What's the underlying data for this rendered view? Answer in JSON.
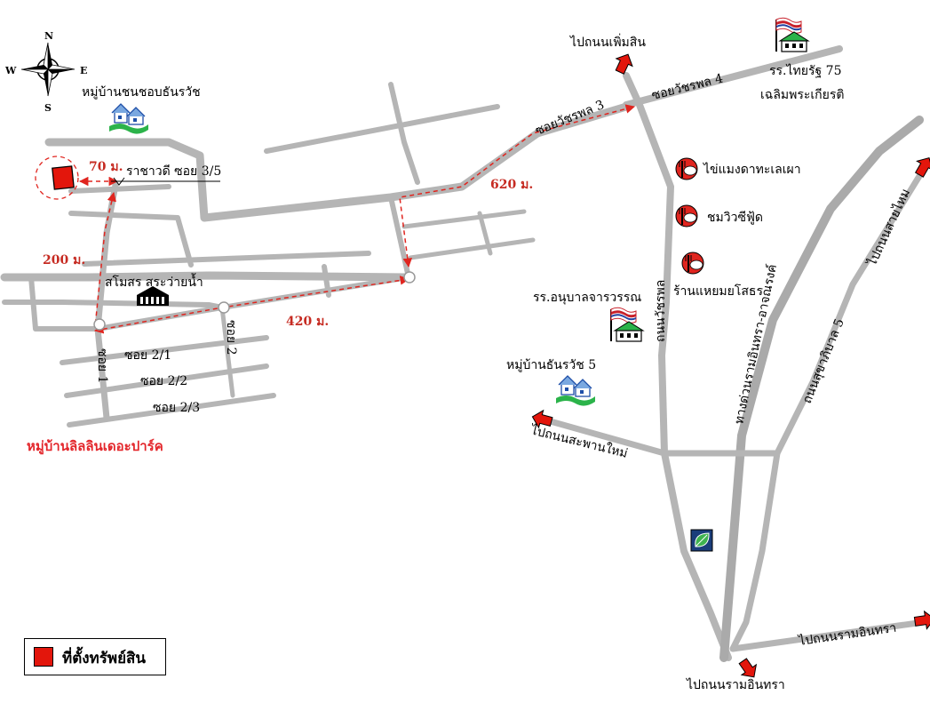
{
  "compass": {
    "n": "N",
    "s": "S",
    "e": "E",
    "w": "W"
  },
  "labels": {
    "village_chonbon": "หมู่บ้านชนชอบธันรวัช",
    "rachadee": "ราชาวดี  ซอย 3/5",
    "samosorn": "สโมสร สระว่ายน้ำ",
    "soi2_1": "ซอย 2/1",
    "soi2_2": "ซอย 2/2",
    "soi2_3": "ซอย 2/3",
    "soi1": "ซอย 1",
    "soi2": "ซอย 2",
    "village_lilin": "หมู่บ้านลิลลินเดอะปาร์ค",
    "soi_watcharapol3": "ซอยวัชรพล 3",
    "soi_watcharapol4": "ซอยวัชรพล 4",
    "to_phermsin": "ไปถนนเพิ่มสิน",
    "school_thairat_1": "รร.ไทยรัฐ 75",
    "school_thairat_2": "เฉลิมพระเกียรติ",
    "rest_kaiyang": "ไข่แมงดาทะเลเผา",
    "rest_chomwiew": "ชมวิวซีฟู้ด",
    "rest_haeyam": "ร้านแหยมยโสธร",
    "school_anubaan": "รร.อนุบาลจารวรรณ",
    "village_thanrawat5": "หมู่บ้านธันรวัช 5",
    "road_watcharapol": "ถนนวัชรพล",
    "expressway": "ทางด่วนรามอินทรา-อาจณรงค์",
    "road_sukhapiban5": "ถนนสุขาภิบาล 5",
    "to_saimai": "ไปถนนสายไหม",
    "to_saphanmai": "ไปถนนสะพานใหม่",
    "to_ramintra_r": "ไปถนนรามอินทรา",
    "to_ramintra_b": "ไปถนนรามอินทรา"
  },
  "distances": {
    "d70": "70 ม.",
    "d200": "200 ม.",
    "d420": "420 ม.",
    "d620": "620 ม."
  },
  "legend": {
    "label": "ที่ตั้งทรัพย์สิน"
  },
  "colors": {
    "road": "#b5b5b5",
    "route": "#e0251f",
    "property": "#e3160c",
    "text_red": "#e3262b"
  },
  "icons": [
    "compass-rose-icon",
    "house-icon",
    "school-flag-icon",
    "restaurant-icon",
    "clubhouse-icon",
    "gas-station-icon",
    "direction-arrow-icon",
    "property-marker-icon"
  ]
}
